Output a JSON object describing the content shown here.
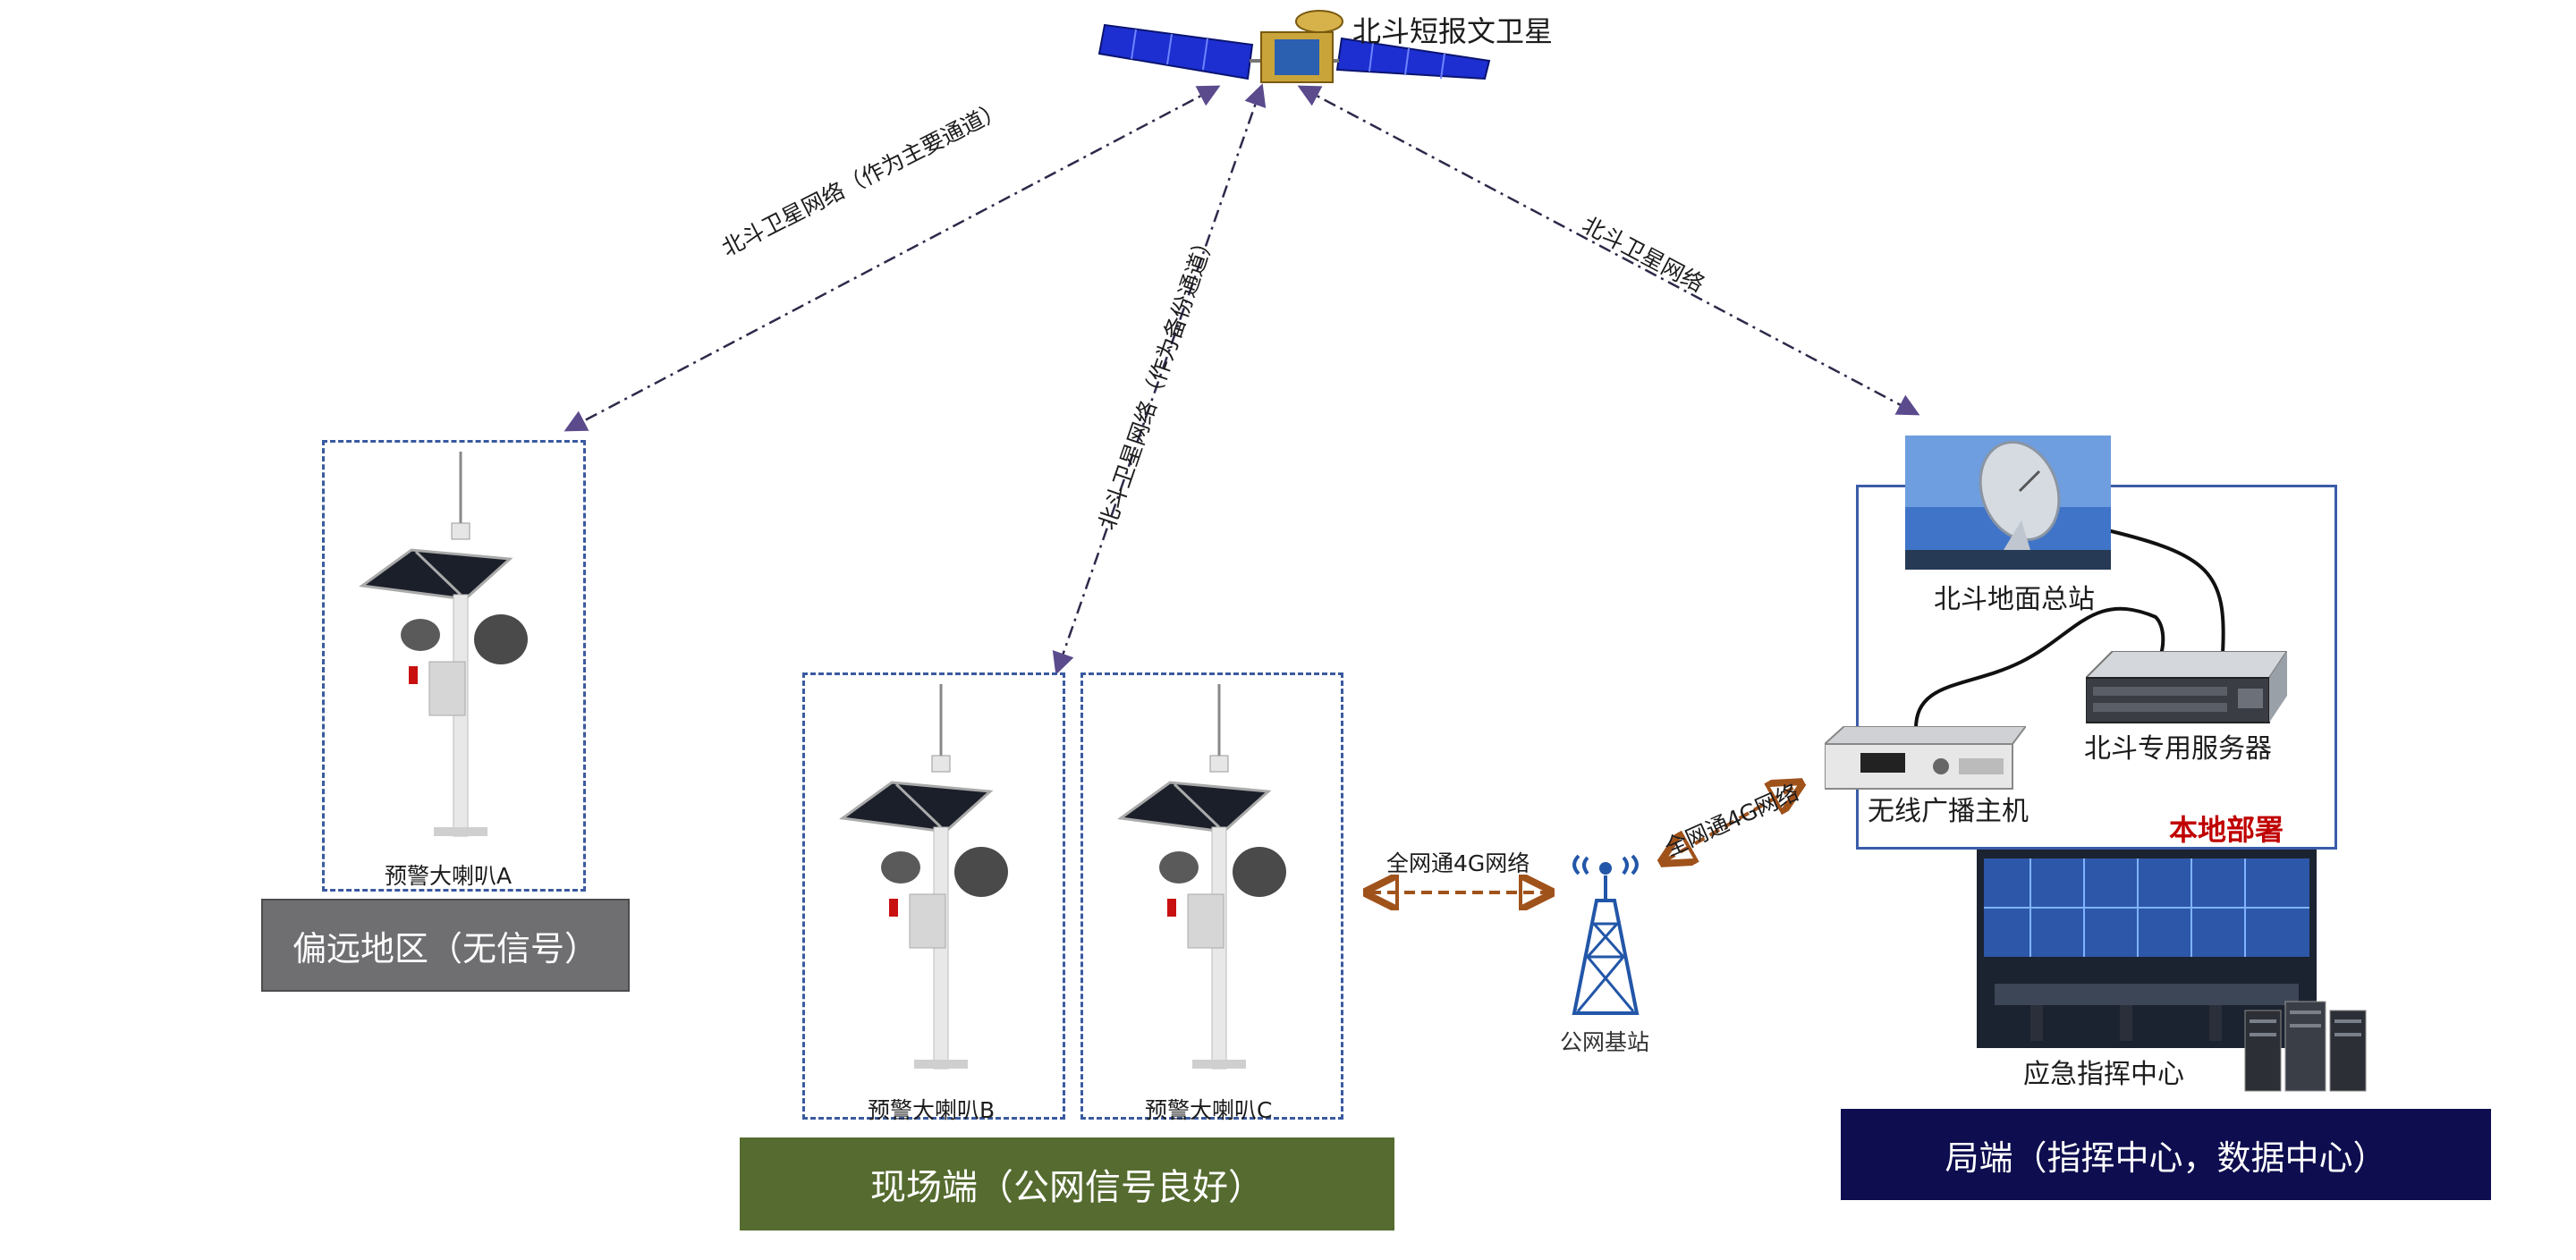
{
  "satellite": {
    "label": "北斗短报文卫星"
  },
  "links": {
    "sat_to_a": "北斗卫星网络（作为主要通道）",
    "sat_to_b": "北斗卫星网络（作为备份通道）",
    "sat_to_ground": "北斗卫星网络",
    "field_to_tower": "全网通4G网络",
    "tower_to_host": "全网通4G网络"
  },
  "remote": {
    "device_label": "预警大喇叭A",
    "region_label": "偏远地区（无信号）",
    "region_color": "#6f6f72"
  },
  "field": {
    "device_b_label": "预警大喇叭B",
    "device_c_label": "预警大喇叭C",
    "region_label": "现场端（公网信号良好）",
    "region_color": "#556b2f"
  },
  "tower": {
    "label": "公网基站"
  },
  "local": {
    "ground_station_label": "北斗地面总站",
    "server_label": "北斗专用服务器",
    "host_label": "无线广播主机",
    "deploy_label": "本地部署",
    "deploy_color": "#c00000"
  },
  "command": {
    "center_label": "应急指挥中心",
    "region_label": "局端（指挥中心，数据中心）",
    "region_color": "#0d0d4f"
  },
  "colors": {
    "satellite_link": "#2c2a4a",
    "arrowhead": "#5b4a8c",
    "network_4g": "#a0521b",
    "frame": "#3a5aa0"
  }
}
